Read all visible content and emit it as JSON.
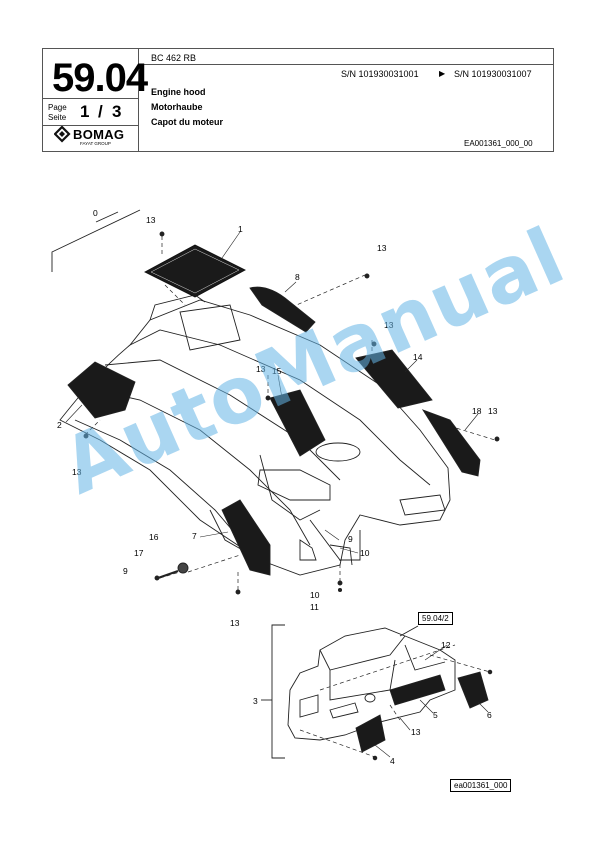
{
  "header": {
    "section_number": "59.04",
    "page_label_en": "Page",
    "page_label_de": "Seite",
    "page_current": "1",
    "page_separator": "/",
    "page_total": "3",
    "brand": "BOMAG",
    "brand_sub": "FAYAT GROUP",
    "model": "BC 462 RB",
    "serial_from": "S/N 101930031001",
    "serial_arrow": "▶",
    "serial_to": "S/N 101930031007",
    "title_en": "Engine hood",
    "title_de": "Motorhaube",
    "title_fr": "Capot du moteur",
    "doc_code": "EA001361_000_00"
  },
  "figure": {
    "callouts": {
      "c0": "0",
      "c1": "1",
      "c2": "2",
      "c3": "3",
      "c4": "4",
      "c5": "5",
      "c6": "6",
      "c7": "7",
      "c8": "8",
      "c9a": "9",
      "c9b": "9",
      "c10a": "10",
      "c10b": "10",
      "c11": "11",
      "c12": "12",
      "c13a": "13",
      "c13b": "13",
      "c13c": "13",
      "c13d": "13",
      "c13e": "13",
      "c13f": "13",
      "c13g": "13",
      "c13h": "13",
      "c14": "14",
      "c15": "15",
      "c16": "16",
      "c17": "17",
      "c18": "18"
    },
    "cross_reference": "59.04/2",
    "figure_code": "ea001361_000"
  },
  "watermark": "AutoManual"
}
